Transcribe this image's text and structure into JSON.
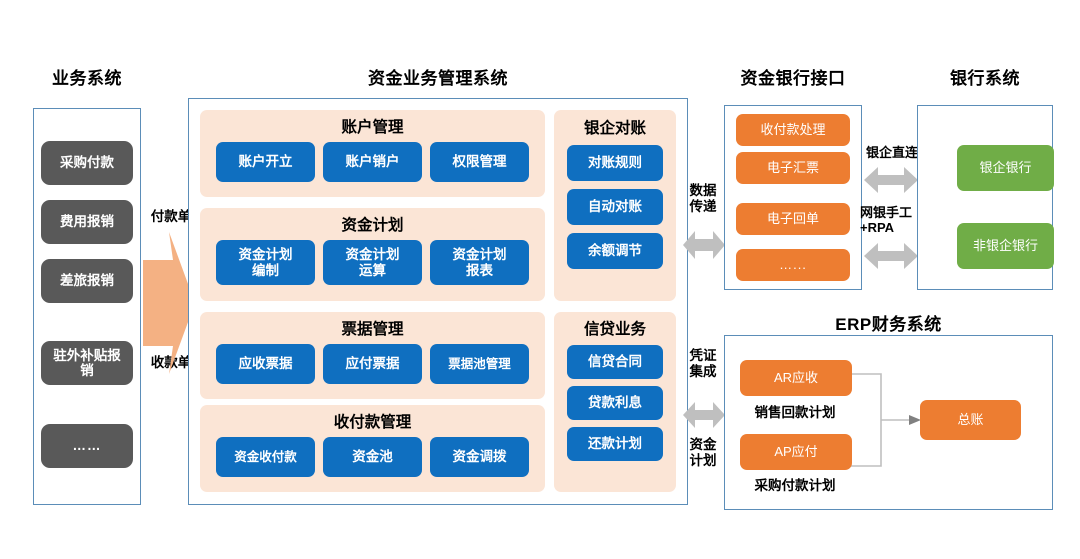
{
  "diagram": {
    "title_business": "业务系统",
    "title_center": "资金业务管理系统",
    "title_bank_interface": "资金银行接口",
    "title_bank_system": "银行系统",
    "title_erp": "ERP财务系统"
  },
  "colors": {
    "blue_pill": "#0f6fc0",
    "peach_group": "#fbe5d6",
    "gray_pill": "#595959",
    "orange_pill": "#ed7d31",
    "green_pill": "#70ad47",
    "arrow_orange": "#f4b183",
    "arrow_gray": "#bfbfbf",
    "panel_border": "#5b8db8"
  },
  "business_system": {
    "items": [
      {
        "label": "采购付款"
      },
      {
        "label": "费用报销"
      },
      {
        "label": "差旅报销"
      },
      {
        "label": "驻外补贴报\n销"
      },
      {
        "label": "……"
      }
    ]
  },
  "flow_labels": {
    "payment_voucher": "付款单",
    "receipt_voucher": "收款单"
  },
  "center_system": {
    "left_groups": [
      {
        "title": "账户管理",
        "items": [
          "账户开立",
          "账户销户",
          "权限管理"
        ]
      },
      {
        "title": "资金计划",
        "items": [
          "资金计划\n编制",
          "资金计划\n运算",
          "资金计划\n报表"
        ]
      },
      {
        "title": "票据管理",
        "items": [
          "应收票据",
          "应付票据",
          "票据池管理"
        ]
      },
      {
        "title": "收付款管理",
        "items": [
          "资金收付款",
          "资金池",
          "资金调拨"
        ]
      }
    ],
    "right_groups": [
      {
        "title": "银企对账",
        "items": [
          "对账规则",
          "自动对账",
          "余额调节"
        ]
      },
      {
        "title": "信贷业务",
        "items": [
          "信贷合同",
          "贷款利息",
          "还款计划"
        ]
      }
    ]
  },
  "connectors": {
    "data_transfer": "数据\n传递",
    "voucher_integration": "凭证\n集成",
    "fund_plan": "资金\n计划",
    "direct_connect": "银企直连",
    "manual_rpa": "网银手工\n+RPA"
  },
  "bank_interface": {
    "items": [
      "收付款处理",
      "电子汇票",
      "电子回单",
      "…..."
    ]
  },
  "bank_system": {
    "items": [
      "银企银行",
      "非银企银行"
    ]
  },
  "erp_system": {
    "ar": {
      "label": "AR应收",
      "sub": "销售回款计划"
    },
    "ap": {
      "label": "AP应付",
      "sub": "采购付款计划"
    },
    "gl": {
      "label": "总账"
    }
  }
}
